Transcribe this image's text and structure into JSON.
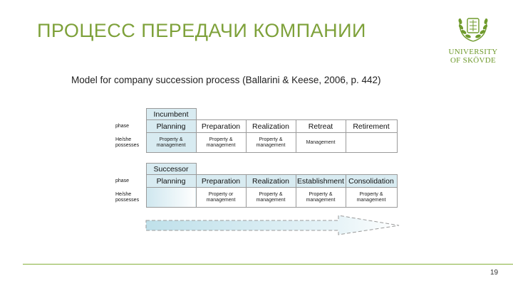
{
  "slide": {
    "title": "ПРОЦЕСС ПЕРЕДАЧИ КОМПАНИИ",
    "subtitle": "Model for company succession process (Ballarini & Keese, 2006, p. 442)",
    "page_number": "19"
  },
  "logo": {
    "line1": "UNIVERSITY",
    "line2": "OF SKÖVDE",
    "accent_color": "#6f9a2c"
  },
  "incumbent": {
    "title": "Incumbent",
    "phase_label": "phase",
    "possesses_label_1": "He/she",
    "possesses_label_2": "possesses",
    "phases": [
      "Planning",
      "Preparation",
      "Realization",
      "Retreat",
      "Retirement"
    ],
    "possessions": [
      [
        "Property &",
        "management"
      ],
      [
        "Property &",
        "management"
      ],
      [
        "Property &",
        "management"
      ],
      [
        "Management",
        ""
      ],
      [
        "",
        ""
      ]
    ]
  },
  "successor": {
    "title": "Successor",
    "phase_label": "phase",
    "possesses_label_1": "He/she",
    "possesses_label_2": "possesses",
    "phases": [
      "Planning",
      "Preparation",
      "Realization",
      "Establishment",
      "Consolidation"
    ],
    "possessions": [
      [
        "",
        ""
      ],
      [
        "Property or",
        "management"
      ],
      [
        "Property &",
        "management"
      ],
      [
        "Property &",
        "management"
      ],
      [
        "Property &",
        "management"
      ]
    ]
  },
  "colors": {
    "title_green": "#7ea13a",
    "cell_blue": "#d8ebf1",
    "footer_line": "#86b03c"
  }
}
